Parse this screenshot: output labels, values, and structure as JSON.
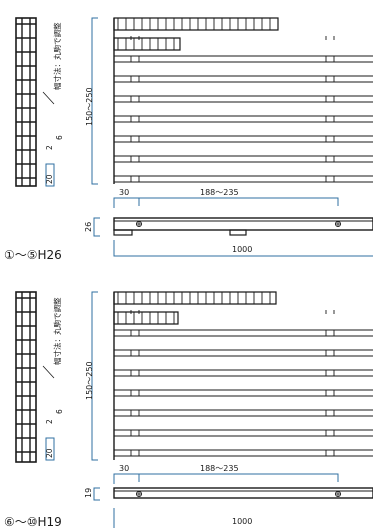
{
  "sections": [
    {
      "id": "top",
      "range_label": "①〜⑤H26",
      "height_dim": "26",
      "note": "幅寸法：丸駒で調整",
      "span_dim": "150〜250",
      "left_dim": "30",
      "mid_dim": "188〜235",
      "length_dim": "1000",
      "prof_a": "20",
      "prof_b": "2",
      "prof_c": "6"
    },
    {
      "id": "bottom",
      "range_label": "⑥〜⑩H19",
      "height_dim": "19",
      "note": "幅寸法：丸駒で調整",
      "span_dim": "150〜250",
      "left_dim": "30",
      "mid_dim": "188〜235",
      "length_dim": "1000",
      "prof_a": "20",
      "prof_b": "2",
      "prof_c": "6"
    }
  ],
  "colors": {
    "line": "#1a1a1a",
    "dimension": "#2f6fa0"
  }
}
